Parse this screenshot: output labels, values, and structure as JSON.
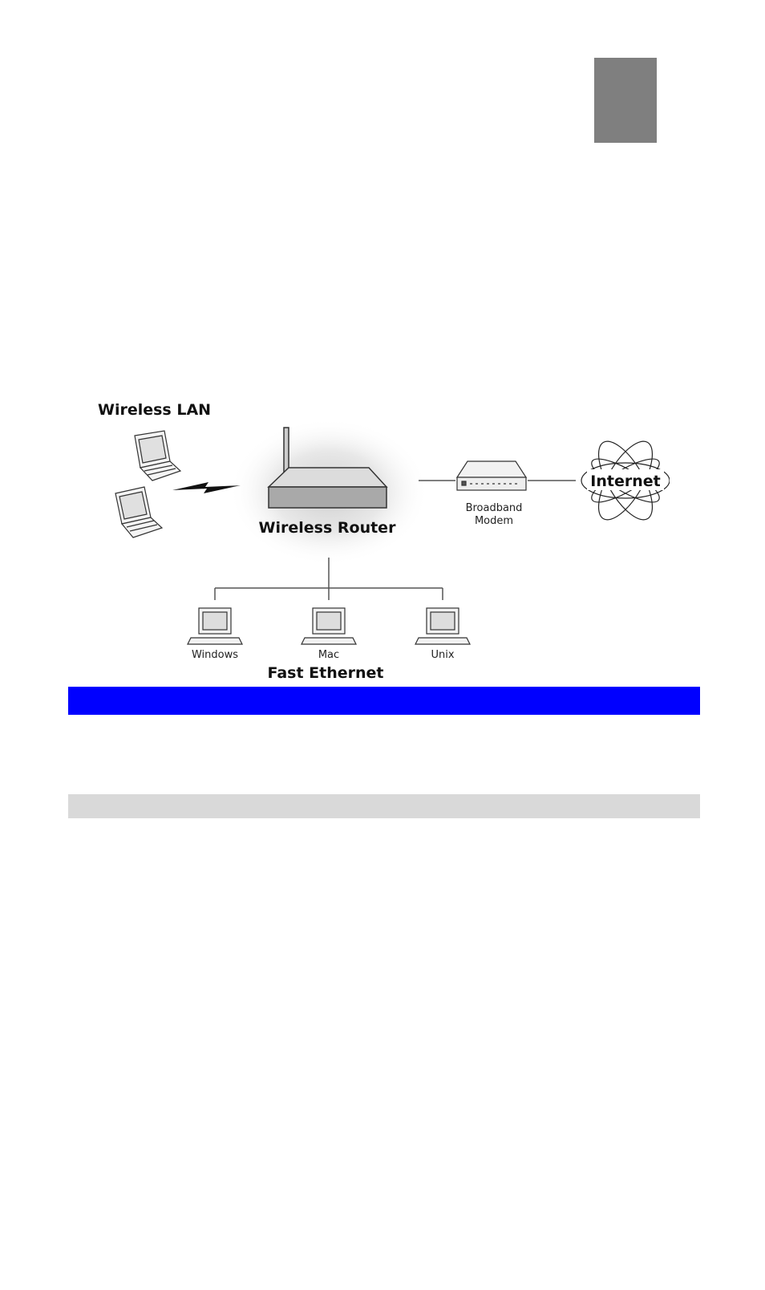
{
  "page": {
    "chapter_tab_color": "#7f7f7f",
    "section_bar_color": "#0000ff",
    "subsection_bar_color": "#d9d9d9"
  },
  "diagram": {
    "wireless_lan_label": "Wireless LAN",
    "router_label": "Wireless Router",
    "modem_label_line1": "Broadband",
    "modem_label_line2": "Modem",
    "internet_label": "Internet",
    "fast_ethernet_label": "Fast Ethernet",
    "pc_windows_label": "Windows",
    "pc_mac_label": "Mac",
    "pc_unix_label": "Unix"
  }
}
